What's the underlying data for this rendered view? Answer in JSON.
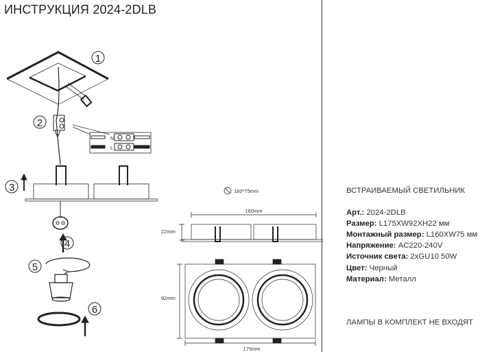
{
  "title": "ИНСТРУКЦИЯ 2024-2DLB",
  "steps": [
    "1",
    "2",
    "3",
    "4",
    "5",
    "6"
  ],
  "wiring": {
    "neutral": "N",
    "live": "L"
  },
  "dimensions": {
    "cutout": "160*75mm",
    "cutout_width": "160mm",
    "height": "22mm",
    "depth": "92mm",
    "length": "175mm"
  },
  "product": {
    "heading": "ВСТРАИВАЕМЫЙ СВЕТИЛЬНИК",
    "specs": [
      {
        "label": "Арт.:",
        "value": "2024-2DLB"
      },
      {
        "label": "Размер:",
        "value": "L175XW92XH22 мм"
      },
      {
        "label": "Монтажный размер:",
        "value": "L160XW75 мм"
      },
      {
        "label": "Напряжение:",
        "value": "AC220-240V"
      },
      {
        "label": "Источник света:",
        "value": "2xGU10 50W"
      },
      {
        "label": "Цвет:",
        "value": "Черный"
      },
      {
        "label": "Материал:",
        "value": "Металл"
      }
    ],
    "note": "ЛАМПЫ В КОМПЛЕКТ НЕ ВХОДЯТ"
  }
}
